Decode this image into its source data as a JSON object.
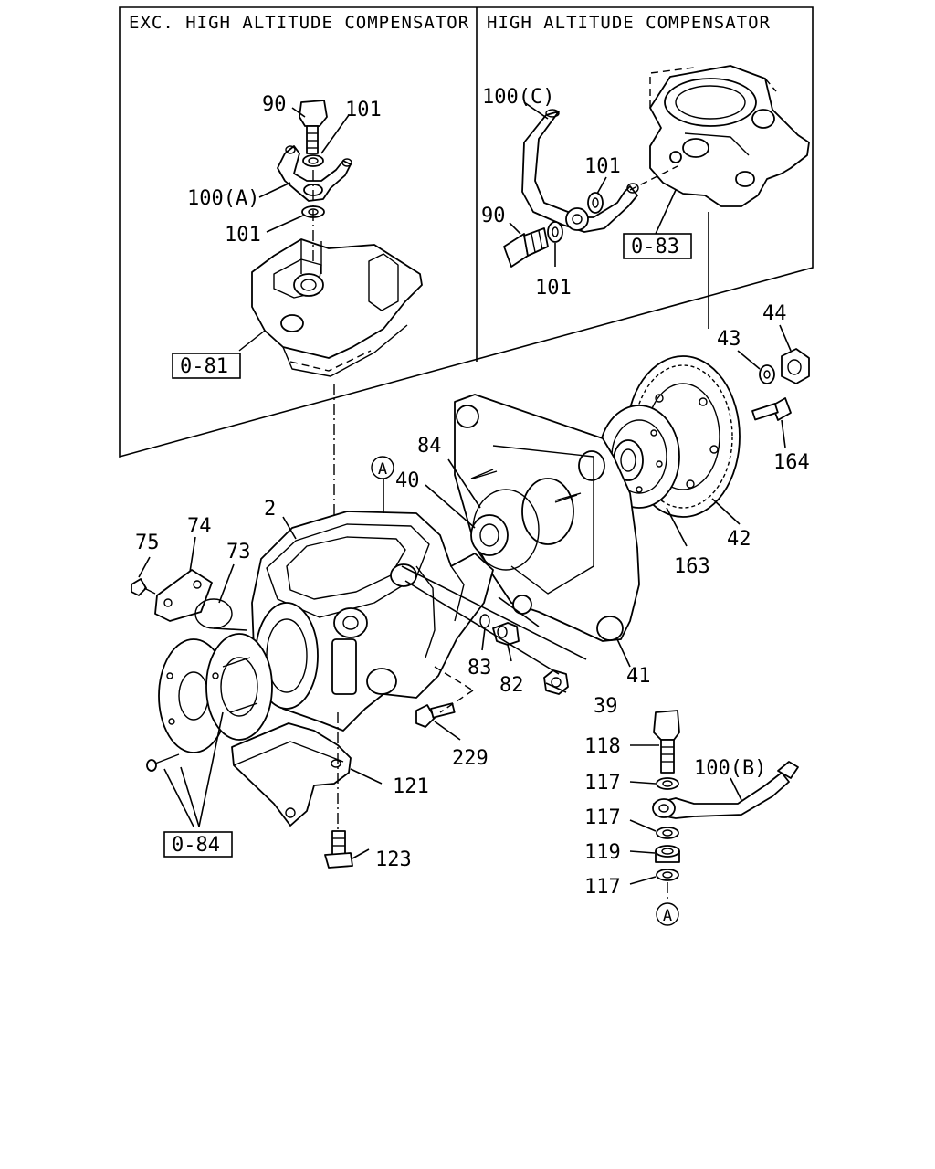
{
  "headers": {
    "left": "EXC. HIGH ALTITUDE COMPENSATOR",
    "right": "HIGH ALTITUDE COMPENSATOR"
  },
  "refs": {
    "r081": "0-81",
    "r083": "0-83",
    "r084": "0-84"
  },
  "markers": {
    "a_top": "A",
    "a_bottom": "A"
  },
  "labels": {
    "p90a": "90",
    "p101a": "101",
    "p100a": "100(A)",
    "p101b": "101",
    "p100c": "100(C)",
    "p101c": "101",
    "p90b": "90",
    "p101d": "101",
    "p44": "44",
    "p43": "43",
    "p164": "164",
    "p84": "84",
    "p40": "40",
    "p2": "2",
    "p74": "74",
    "p75": "75",
    "p73": "73",
    "p163": "163",
    "p42": "42",
    "p83": "83",
    "p82": "82",
    "p41": "41",
    "p39": "39",
    "p229": "229",
    "p121": "121",
    "p123": "123",
    "p118": "118",
    "p117a": "117",
    "p100b": "100(B)",
    "p117b": "117",
    "p119": "119",
    "p117c": "117"
  }
}
